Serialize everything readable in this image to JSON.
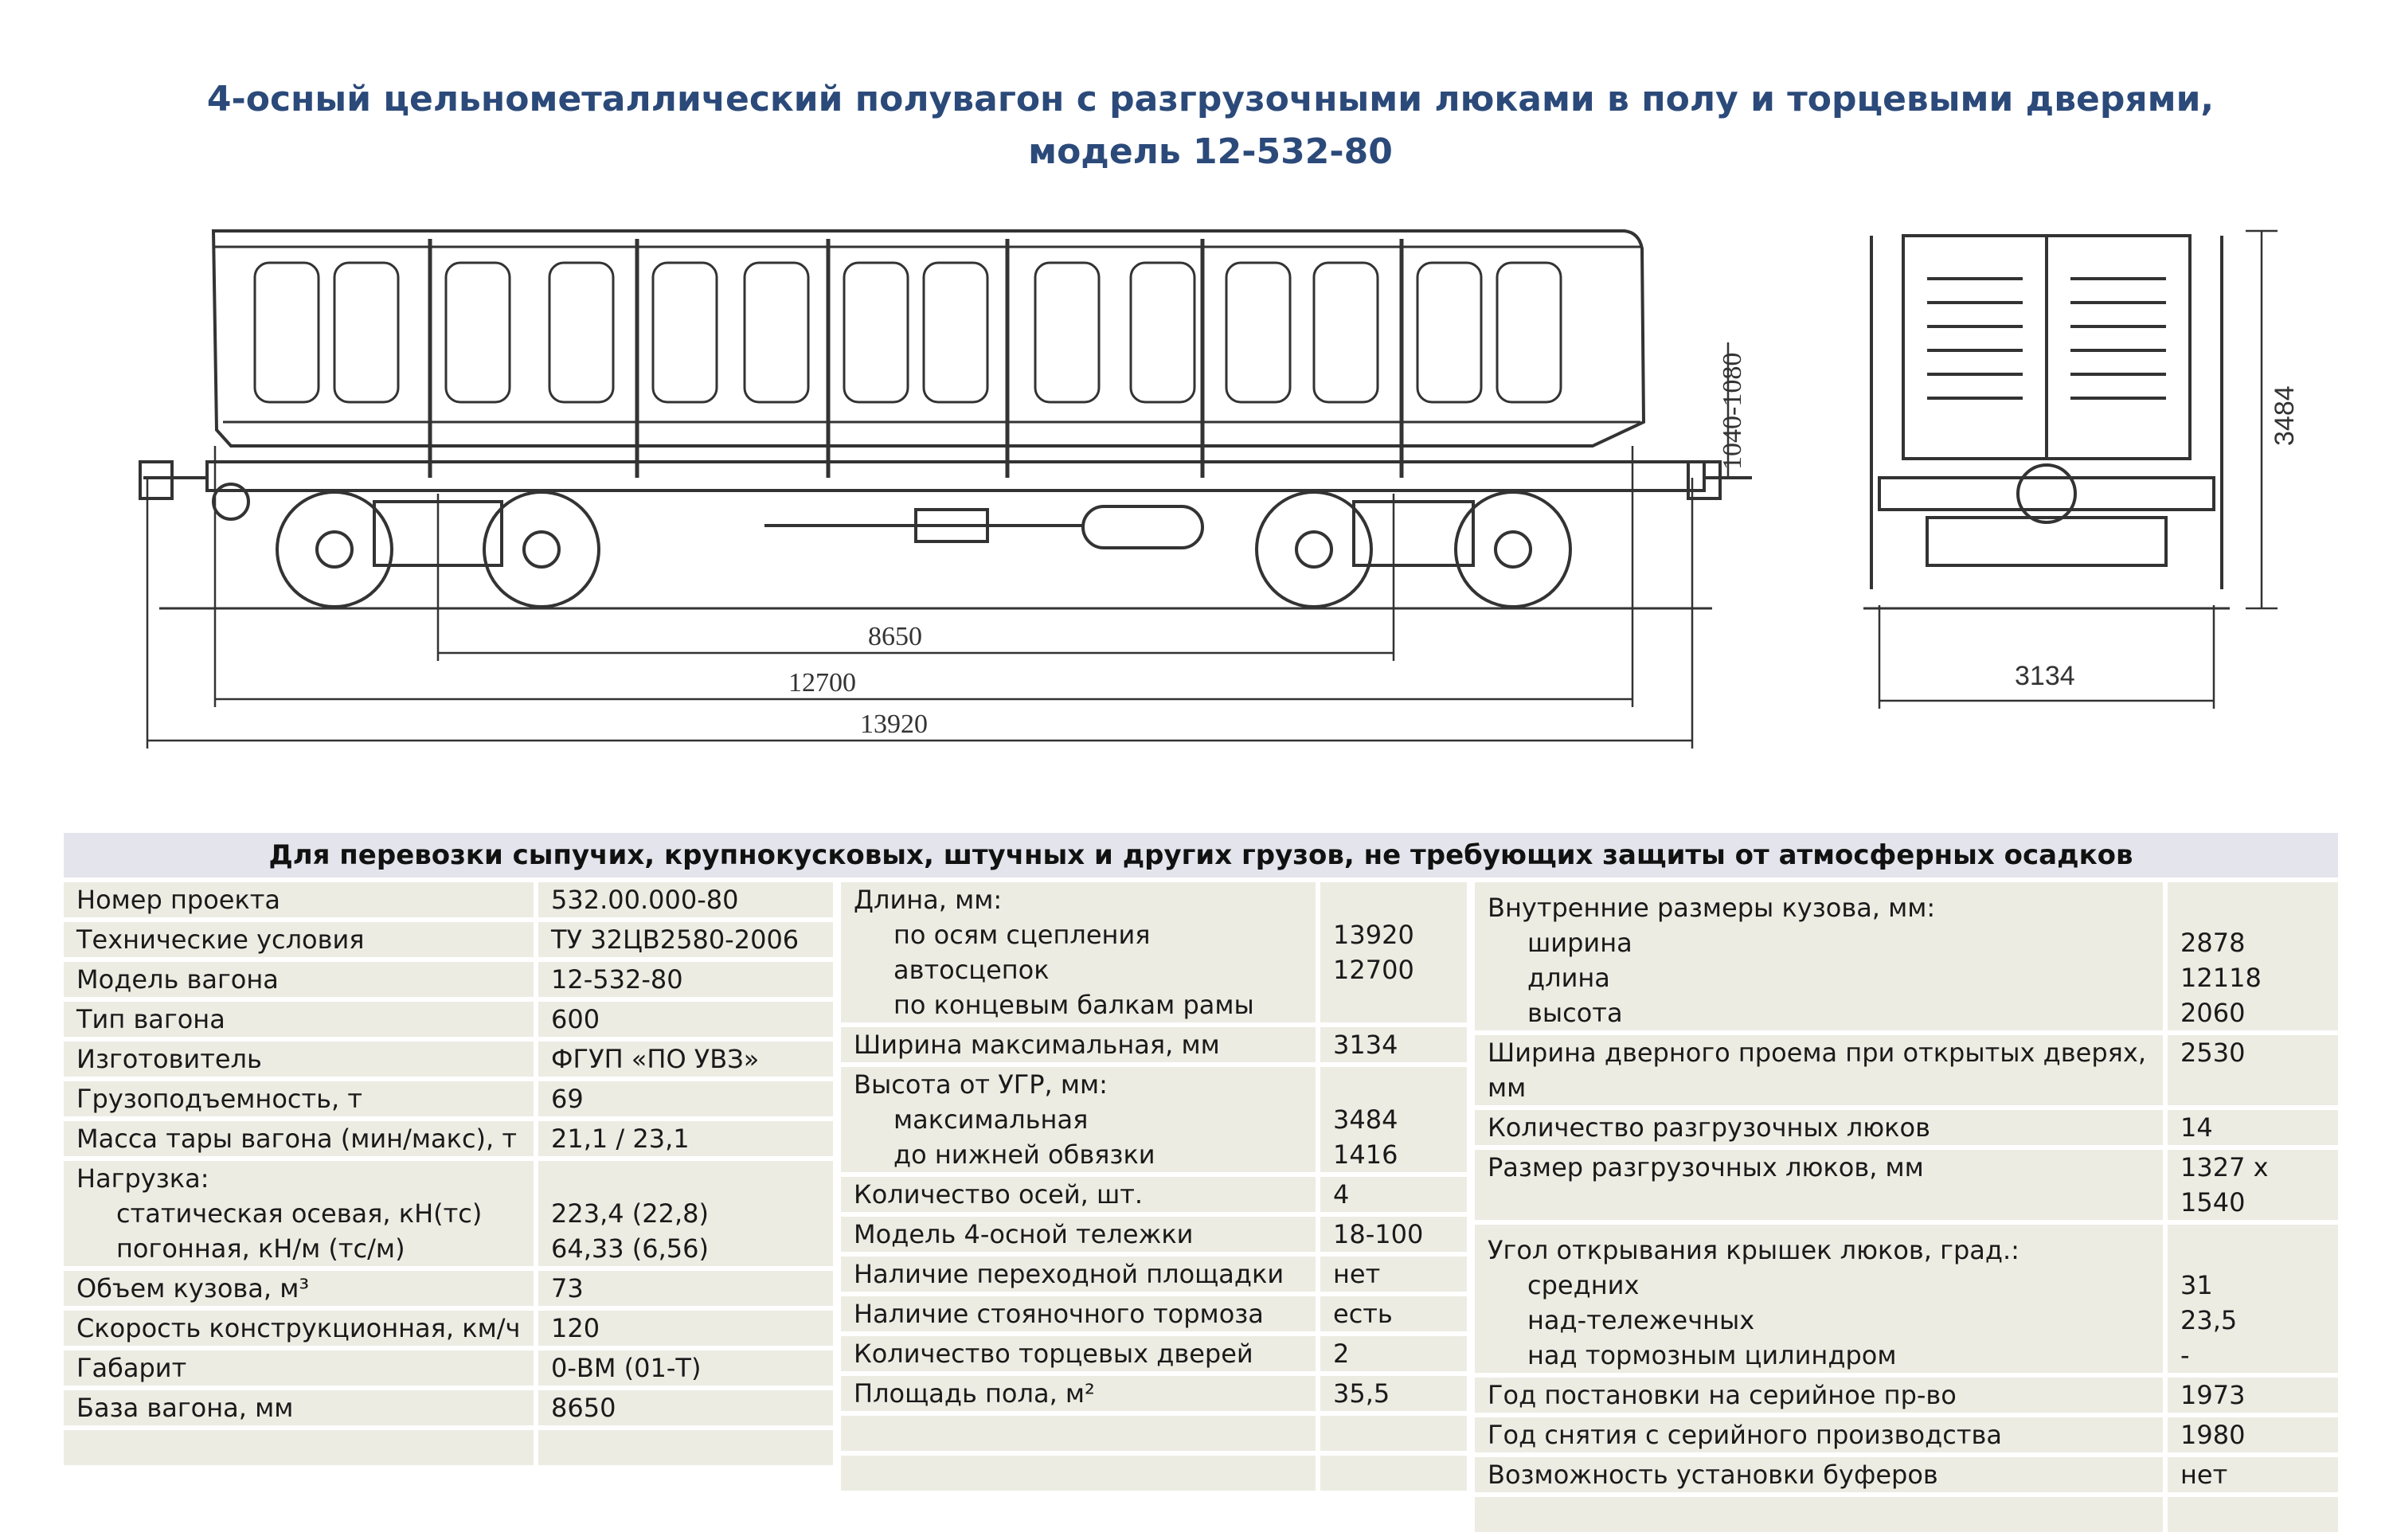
{
  "title": {
    "line1": "4-осный цельнометаллический полувагон с разгрузочными люками в полу и торцевыми дверями,",
    "line2": "модель 12-532-80"
  },
  "drawing": {
    "dim_base": "8650",
    "dim_frame": "12700",
    "dim_coupler": "13920",
    "dim_height_range": "1040-1080",
    "dim_width": "3134",
    "dim_height": "3484"
  },
  "spec": {
    "header": "Для перевозки сыпучих, крупнокусковых, штучных и других грузов, не требующих защиты от атмосферных осадков",
    "col1": {
      "project_label": "Номер проекта",
      "project": "532.00.000-80",
      "tu_label": "Технические условия",
      "tu": "ТУ 32ЦВ2580-2006",
      "model_label": "Модель вагона",
      "model": "12-532-80",
      "type_label": "Тип вагона",
      "type": "600",
      "maker_label": "Изготовитель",
      "maker": "ФГУП «ПО УВЗ»",
      "capacity_label": "Грузоподъемность, т",
      "capacity": "69",
      "tare_label": "Масса тары вагона (мин/макс), т",
      "tare": "21,1 / 23,1",
      "load_label": "Нагрузка:",
      "axle_label": "статическая осевая, кН(тс)",
      "axle": "223,4 (22,8)",
      "linear_label": "погонная, кН/м (тс/м)",
      "linear": "64,33 (6,56)",
      "volume_label": "Объем кузова, м³",
      "volume": "73",
      "speed_label": "Скорость конструкционная, км/ч",
      "speed": "120",
      "gauge_label": "Габарит",
      "gauge": "0-ВМ (01-Т)",
      "base_label": "База вагона, мм",
      "base": "8650"
    },
    "col2": {
      "length_label": "Длина, мм:",
      "len_coupler_label": "по осям сцепления автосцепок",
      "len_coupler": "13920",
      "len_frame_label": "по концевым балкам рамы",
      "len_frame": "12700",
      "width_label": "Ширина максимальная, мм",
      "width": "3134",
      "height_label": "Высота от УГР, мм:",
      "h_max_label": "максимальная",
      "h_max": "3484",
      "h_low_label": "до нижней обвязки",
      "h_low": "1416",
      "axles_label": "Количество осей, шт.",
      "axles": "4",
      "bogie_label": "Модель 4-осной тележки",
      "bogie": "18-100",
      "platform_label": "Наличие переходной площадки",
      "platform": "нет",
      "brake_label": "Наличие стояночного тормоза",
      "brake": "есть",
      "doors_label": "Количество торцевых дверей",
      "doors": "2",
      "floor_label": "Площадь пола, м²",
      "floor": "35,5"
    },
    "col3": {
      "inner_label": "Внутренние размеры кузова, мм:",
      "in_w_label": "ширина",
      "in_w": "2878",
      "in_l_label": "длина",
      "in_l": "12118",
      "in_h_label": "высота",
      "in_h": "2060",
      "door_open_label": "Ширина дверного проема при открытых дверях, мм",
      "door_open": "2530",
      "hatches_label": "Количество разгрузочных люков",
      "hatches": "14",
      "hatch_size_label": "Размер разгрузочных люков, мм",
      "hatch_size": "1327 х 1540",
      "angle_label": "Угол открывания крышек люков, град.:",
      "a_mid_label": "средних",
      "a_mid": "31",
      "a_bogie_label": "над-тележечных",
      "a_bogie": "23,5",
      "a_cyl_label": "над тормозным цилиндром",
      "a_cyl": "-",
      "start_label": "Год постановки на серийное пр-во",
      "start": "1973",
      "end_label": "Год снятия с серийного производства",
      "end": "1980",
      "buffers_label": "Возможность установки буферов",
      "buffers": "нет"
    }
  }
}
